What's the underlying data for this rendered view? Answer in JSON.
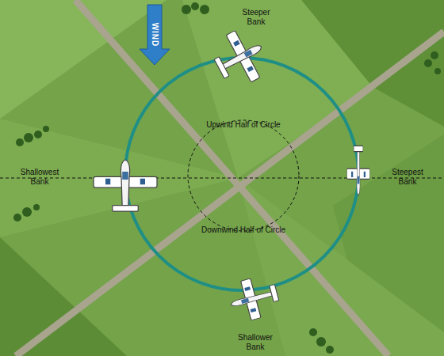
{
  "diagram": {
    "labels": [
      "WIND",
      "Steeper Bank",
      "Upwind Half of Circle",
      "Shallowest Bank",
      "Steepest Bank",
      "Downwind Half of Circle",
      "Shallower Bank"
    ]
  }
}
